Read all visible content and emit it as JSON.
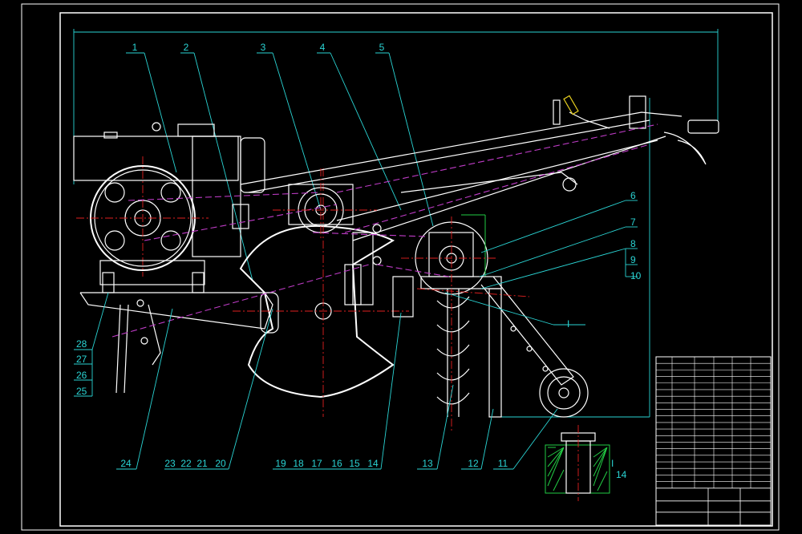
{
  "drawing": {
    "top_labels": [
      "1",
      "2",
      "3",
      "4",
      "5"
    ],
    "right_labels": [
      "6",
      "7",
      "8",
      "9",
      "10"
    ],
    "left_labels": [
      "28",
      "27",
      "26",
      "25"
    ],
    "bottom_labels": [
      "24",
      "23",
      "22",
      "21",
      "20",
      "19",
      "18",
      "17",
      "16",
      "15",
      "14",
      "13",
      "12",
      "11"
    ],
    "detail_marker": "I",
    "detail_caption": "I",
    "detail_number": "14"
  },
  "title_block": {
    "rows": 20,
    "columns": 6
  },
  "colors": {
    "background": "#000000",
    "frame": "#ffffff",
    "dimension": "#2ad4d4",
    "centerline": "#e02020",
    "phantom": "#c03cc8",
    "hatch": "#22cc44",
    "accent": "#e8d020"
  }
}
